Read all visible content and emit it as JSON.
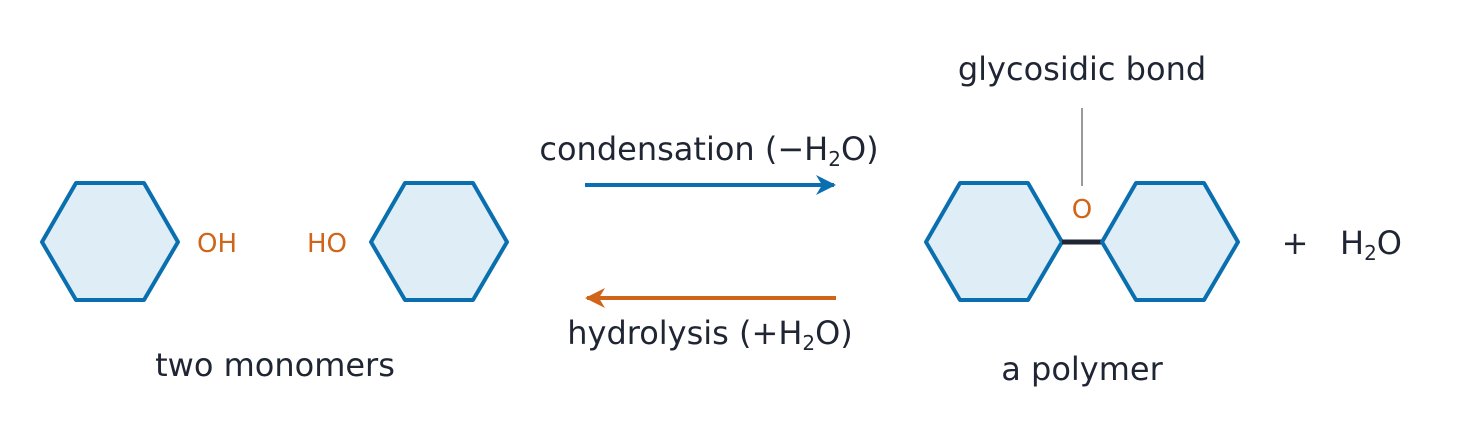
{
  "colors": {
    "ring_fill": "#deedf6",
    "ring_stroke": "#0a6fae",
    "condensation_arrow": "#0a6fae",
    "hydrolysis_arrow": "#d0651a",
    "functional_group": "#d0651a",
    "text": "#1f2533",
    "bond": "#1f2533",
    "leader_line": "#9a9a9a"
  },
  "monomers": {
    "label": "two monomers",
    "left_group": "OH",
    "right_group": "HO"
  },
  "condensation": {
    "word": "condensation",
    "open": "(−H",
    "sub": "2",
    "close": "O)"
  },
  "hydrolysis": {
    "word": "hydrolysis",
    "open": "(+H",
    "sub": "2",
    "close": "O)"
  },
  "polymer": {
    "label": "a polymer",
    "bond_atom": "O",
    "bond_label": "glycosidic bond"
  },
  "byproduct": {
    "plus": "+",
    "h": "H",
    "sub": "2",
    "o": "O"
  }
}
